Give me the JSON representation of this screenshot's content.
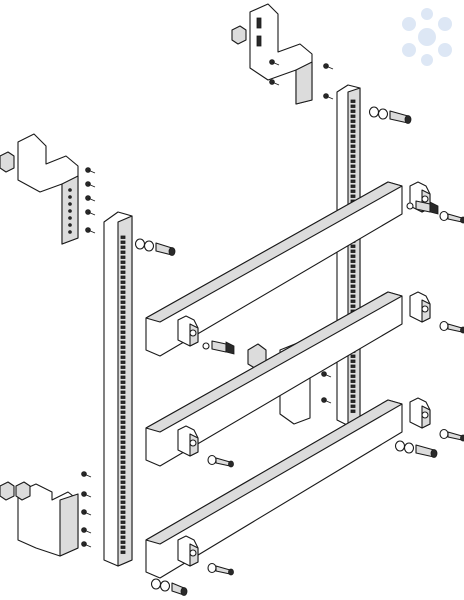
{
  "diagram": {
    "kind": "exploded-assembly-line-drawing",
    "components": [
      {
        "name": "vertical-rail",
        "count": 2
      },
      {
        "name": "horizontal-busbar-holder",
        "count": 3
      },
      {
        "name": "mounting-bracket",
        "count": 4
      },
      {
        "name": "clamp-block",
        "count": 6
      },
      {
        "name": "screw-washer-set",
        "count": 8
      },
      {
        "name": "small-screw",
        "count": 16
      }
    ]
  },
  "logo": {
    "icon": "droplet-cluster-icon",
    "color": "#dde7f5"
  },
  "colors": {
    "line": "#1a1a1a",
    "fill": "#ffffff",
    "shade": "#dcdcdc"
  }
}
